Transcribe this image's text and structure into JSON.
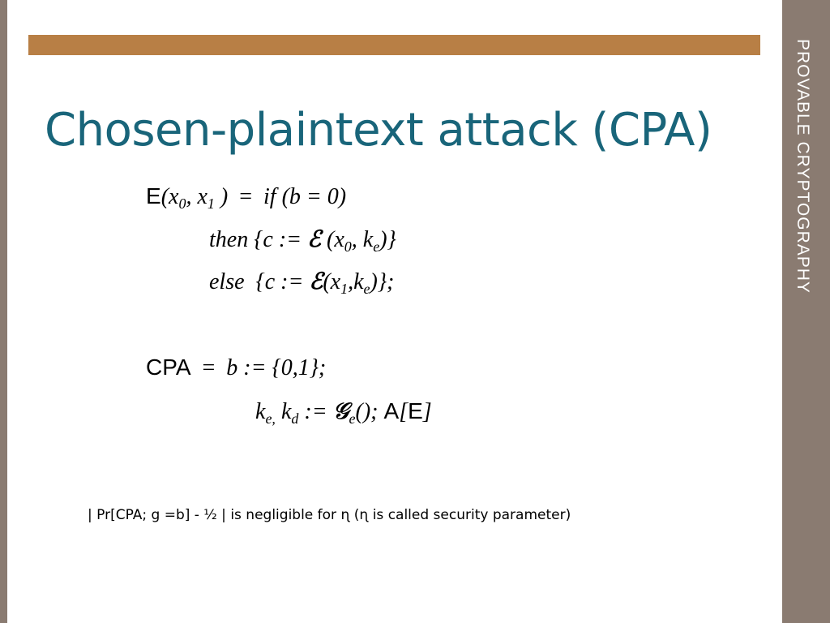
{
  "sidebar": {
    "title": "PROVABLE CRYPTOGRAPHY"
  },
  "slide": {
    "title": "Chosen-plaintext attack (CPA)",
    "formula": {
      "line1": {
        "E": "E",
        "args_open": "(x",
        "sub0": "0",
        "comma_x": ", x",
        "sub1": "1",
        "close": " )",
        "eq": "  =  ",
        "cond": "if (b = 0)"
      },
      "line2": {
        "then": "then {c := ",
        "enc": "ℰ",
        "args": " (x",
        "sub0": "0",
        "mid": ", k",
        "sube": "e",
        "close": ")}"
      },
      "line3": {
        "else": "else  {c := ",
        "enc": "ℰ",
        "args": "(x",
        "sub1": "1",
        "mid": ",k",
        "sube": "e",
        "close": ")};"
      },
      "line4": {
        "label": "CPA",
        "eq": "  =  ",
        "expr": "b := {0,1};"
      },
      "line5": {
        "k1": "k",
        "sube": "e,",
        "k2": " k",
        "subd": "d",
        "assign": " := ",
        "gen": "𝒢",
        "gensub": "e",
        "call": "(); ",
        "A": "A",
        "bracket_open": "[",
        "E": "E",
        "bracket_close": "]"
      }
    },
    "footnote": "| Pr[CPA; g =b]  - ½ | is negligible for ɳ (ɳ is called security parameter)"
  }
}
